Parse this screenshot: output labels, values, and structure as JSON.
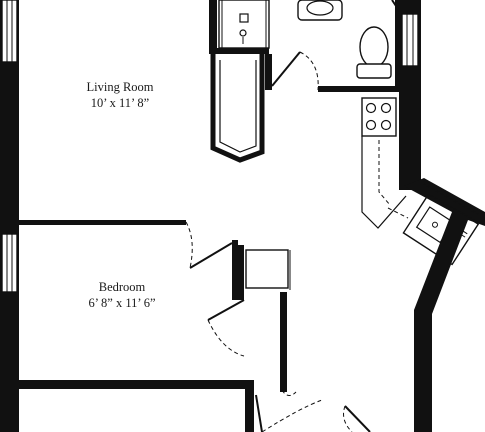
{
  "rooms": [
    {
      "name": "Living Room",
      "dimensions": "10’ x 11’ 8”"
    },
    {
      "name": "Bedroom",
      "dimensions": "6’ 8” x 11’ 6”"
    }
  ],
  "colors": {
    "wall": "#111111",
    "background": "#ffffff"
  }
}
